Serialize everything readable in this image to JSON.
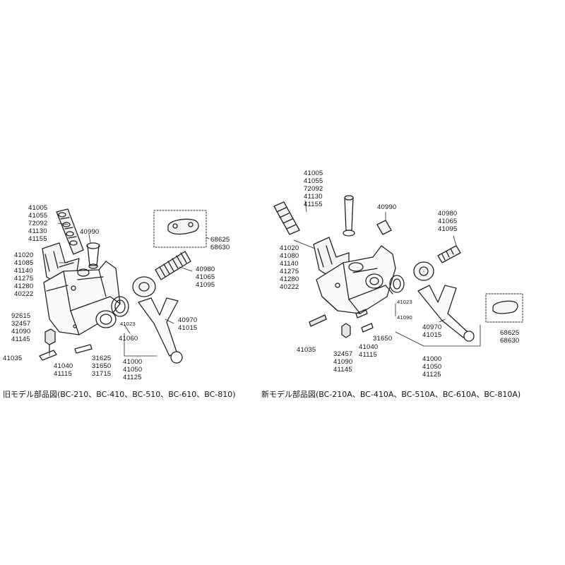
{
  "old_model": {
    "caption": "旧モデル部品図(BC-210、BC-410、BC-510、BC-610、BC-810)",
    "labels": {
      "g1": [
        "41005",
        "41055",
        "72092",
        "41130",
        "41155"
      ],
      "g2": [
        "40990"
      ],
      "g3": [
        "41020",
        "41085",
        "41140",
        "41275",
        "41280",
        "40222"
      ],
      "g4": [
        "68625",
        "68630"
      ],
      "g5": [
        "40980",
        "41065",
        "41095"
      ],
      "g6": [
        "40970",
        "41015"
      ],
      "g7": [
        "41023"
      ],
      "g8": [
        "41060"
      ],
      "g9": [
        "92615",
        "32457",
        "41090",
        "41145"
      ],
      "g10": [
        "41035"
      ],
      "g11": [
        "41040",
        "41115"
      ],
      "g12": [
        "31625",
        "31650",
        "31715"
      ],
      "g13": [
        "41000",
        "41050",
        "41125"
      ]
    }
  },
  "new_model": {
    "caption": "新モデル部品図(BC-210A、BC-410A、BC-510A、BC-610A、BC-810A)",
    "labels": {
      "g1": [
        "41005",
        "41055",
        "72092",
        "41130",
        "41155"
      ],
      "g2": [
        "40990"
      ],
      "g3": [
        "40980",
        "41065",
        "41095"
      ],
      "g4": [
        "41020",
        "41080",
        "41140",
        "41275",
        "41280",
        "40222"
      ],
      "g5": [
        "41023"
      ],
      "g6": [
        "41090"
      ],
      "g7": [
        "40970",
        "41015"
      ],
      "g8": [
        "68625",
        "68630"
      ],
      "g9": [
        "31650"
      ],
      "g10": [
        "41035"
      ],
      "g11": [
        "41040",
        "41115"
      ],
      "g12": [
        "32457",
        "41090",
        "41145"
      ],
      "g13": [
        "41000",
        "41050",
        "41125"
      ]
    }
  }
}
